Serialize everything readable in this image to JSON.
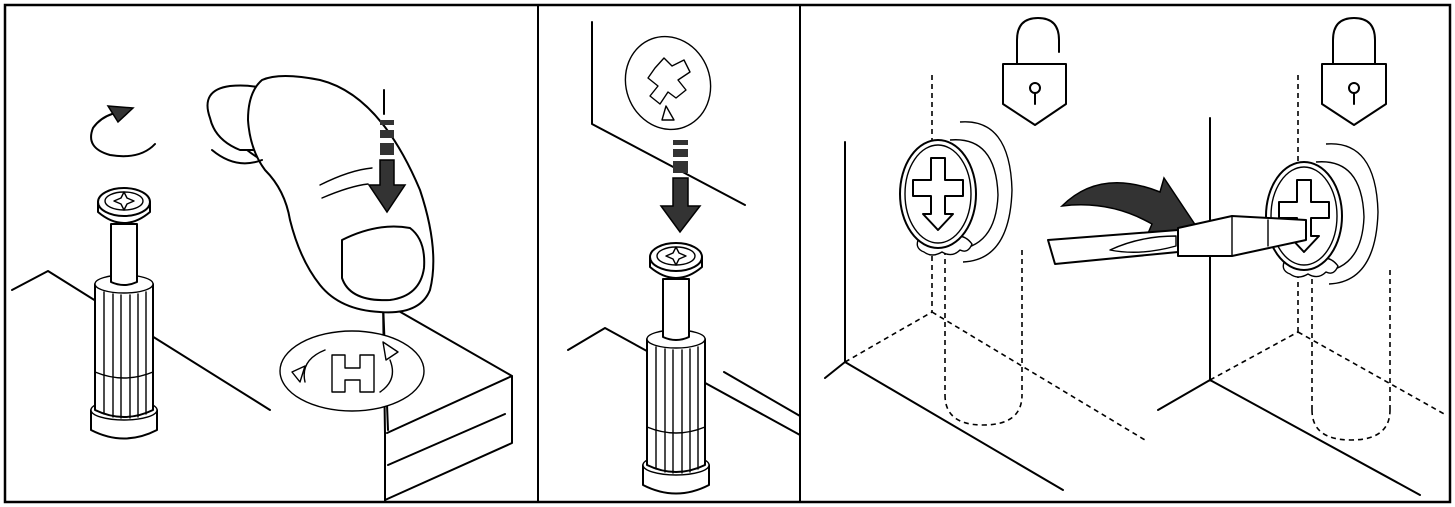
{
  "figure": {
    "panels": [
      {
        "id": 1,
        "content": "fitting-tool-turn-and-press"
      },
      {
        "id": 2,
        "content": "fitting-tool-press-into-hole"
      },
      {
        "id": 3,
        "content": "cam-lock-unlock-lock"
      }
    ],
    "icons": [
      "rotate-arrow-icon",
      "press-down-arrow-icon",
      "padlock-open-icon",
      "padlock-closed-icon",
      "screwdriver-icon",
      "curved-turn-arrow-icon"
    ],
    "colors": {
      "stroke": "#000000",
      "background": "#ffffff",
      "arrow_fill": "#333333"
    }
  }
}
